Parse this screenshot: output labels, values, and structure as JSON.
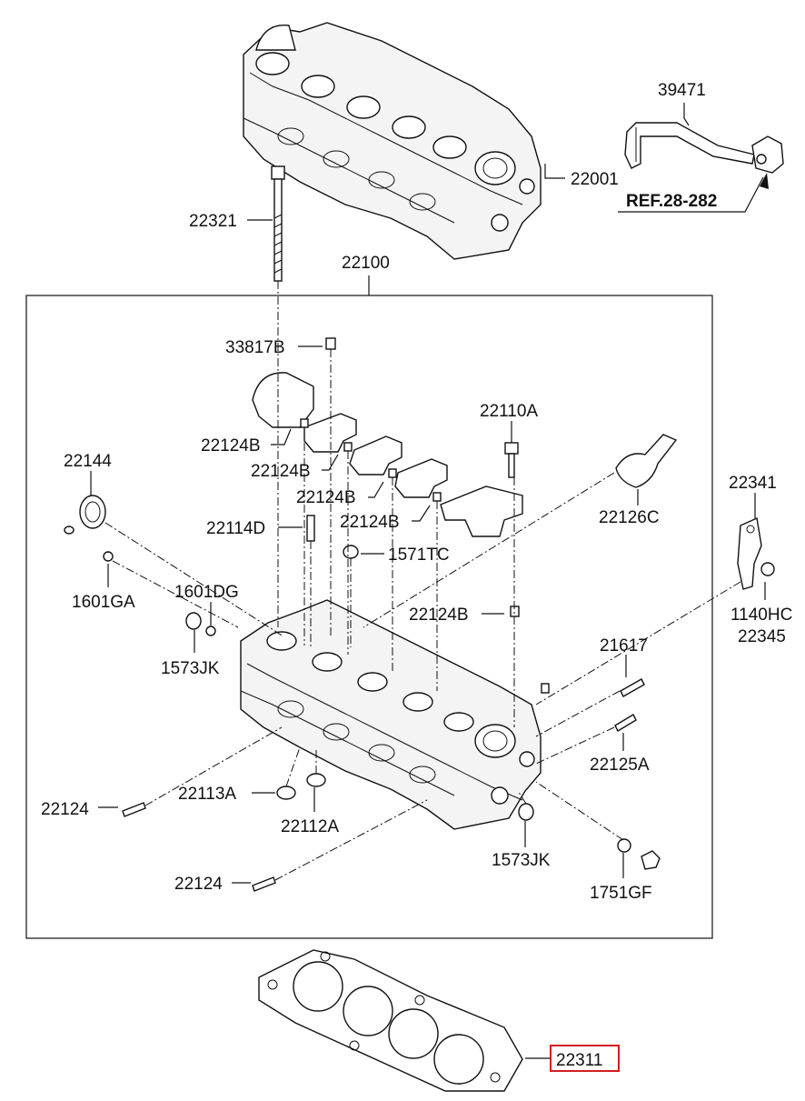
{
  "parts": {
    "p39471": "39471",
    "p22001": "22001",
    "ref": "REF.28-282",
    "p22321": "22321",
    "p22100": "22100",
    "p33817B": "33817B",
    "p22124B_a": "22124B",
    "p22124B_b": "22124B",
    "p22124B_c": "22124B",
    "p22124B_d": "22124B",
    "p22124B_e": "22124B",
    "p22110A": "22110A",
    "p22144": "22144",
    "p22126C": "22126C",
    "p22341": "22341",
    "p22114D": "22114D",
    "p1571TC": "1571TC",
    "p1601GA": "1601GA",
    "p1601DG": "1601DG",
    "p1140HC": "1140HC",
    "p22345": "22345",
    "p1573JK_a": "1573JK",
    "p21617": "21617",
    "p22125A": "22125A",
    "p22113A": "22113A",
    "p22124_a": "22124",
    "p22112A": "22112A",
    "p1573JK_b": "1573JK",
    "p22124_b": "22124",
    "p1751GF": "1751GF",
    "p22311": "22311"
  },
  "highlighted_part": "22311",
  "colors": {
    "line": "#111111",
    "highlight": "#d01f1f",
    "background": "#ffffff"
  }
}
